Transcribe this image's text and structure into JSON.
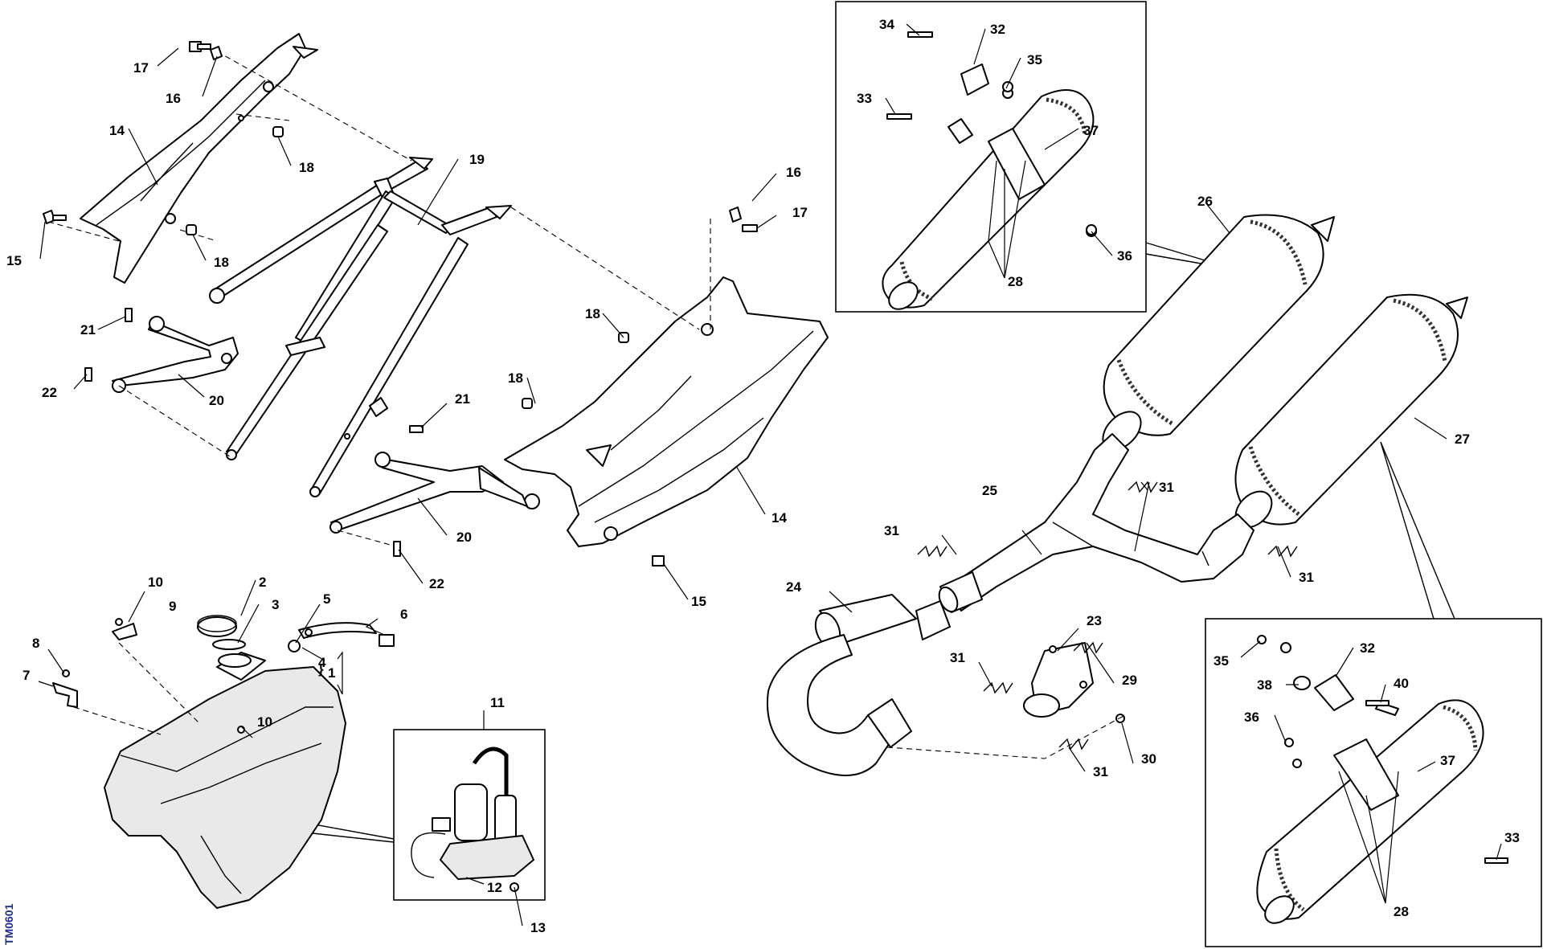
{
  "drawing_code": "TM0601",
  "callouts": {
    "c1": "1",
    "c2": "2",
    "c3": "3",
    "c4": "4",
    "c5": "5",
    "c6": "6",
    "c7": "7",
    "c8": "8",
    "c9": "9",
    "c10": "10",
    "c11": "11",
    "c12": "12",
    "c13": "13",
    "c14": "14",
    "c15": "15",
    "c16": "16",
    "c17": "17",
    "c18": "18",
    "c19": "19",
    "c20": "20",
    "c21": "21",
    "c22": "22",
    "c23": "23",
    "c24": "24",
    "c25": "25",
    "c26": "26",
    "c27": "27",
    "c28": "28",
    "c29": "29",
    "c30": "30",
    "c31": "31",
    "c32": "32",
    "c33": "33",
    "c34": "34",
    "c35": "35",
    "c36": "36",
    "c37": "37",
    "c38": "38",
    "c40": "40"
  }
}
